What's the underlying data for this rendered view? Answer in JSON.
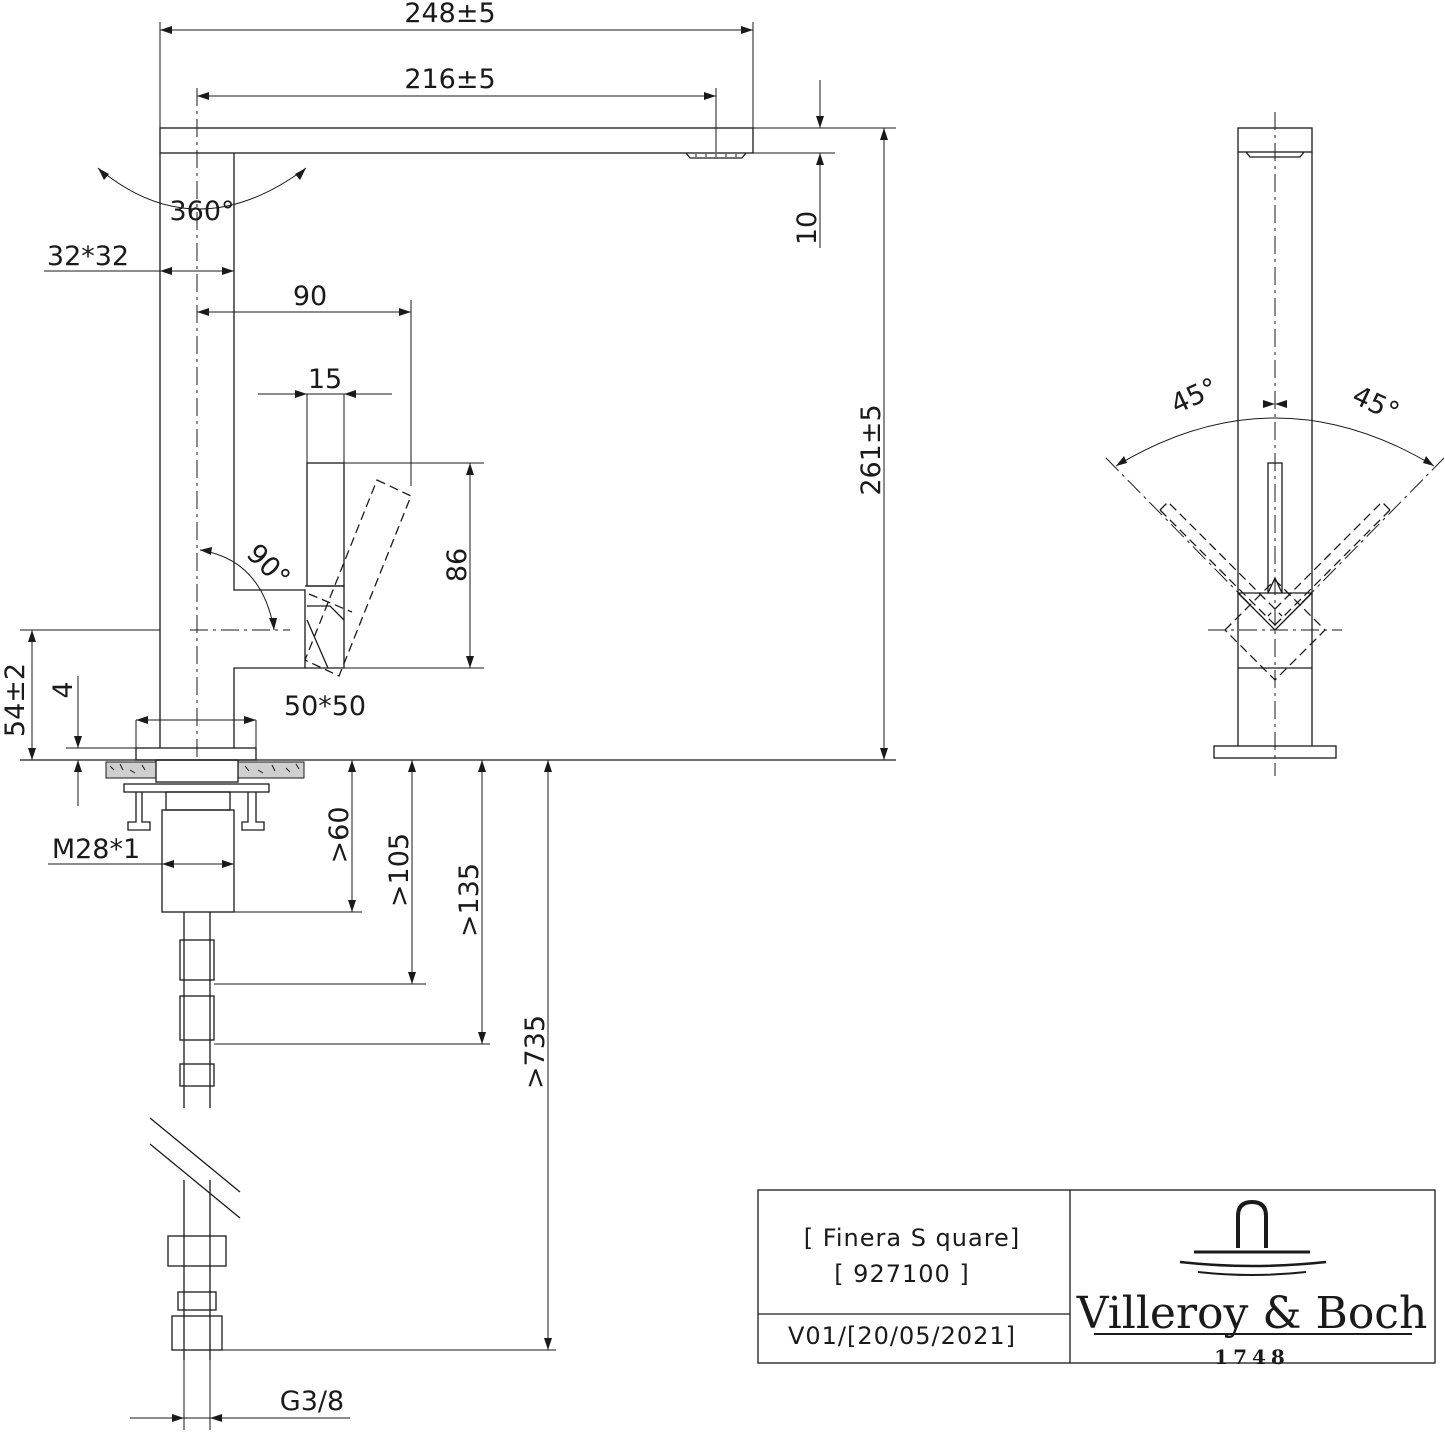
{
  "dimensions": {
    "spout_length": "248±5",
    "spout_reach": "216±5",
    "spout_thickness": "10",
    "rotation": "360°",
    "body_section": "32*32",
    "lever_reach": "90",
    "lever_width": "15",
    "lever_angle": "90°",
    "lever_height": "86",
    "total_height": "261±5",
    "base_height": "54±2",
    "base_plate": "4",
    "base_size": "50*50",
    "thread": "M28*1",
    "min_60": ">60",
    "min_105": ">105",
    "min_135": ">135",
    "hose_length": ">735",
    "connection": "G3/8",
    "swing_left": "45°",
    "swing_right": "45°"
  },
  "title_block": {
    "product_name": "[ Finera S quare]",
    "article_number": "[   927100 ]",
    "version": "V01/[20/05/2021]",
    "brand": "Villeroy & Boch",
    "brand_year": "1748"
  }
}
